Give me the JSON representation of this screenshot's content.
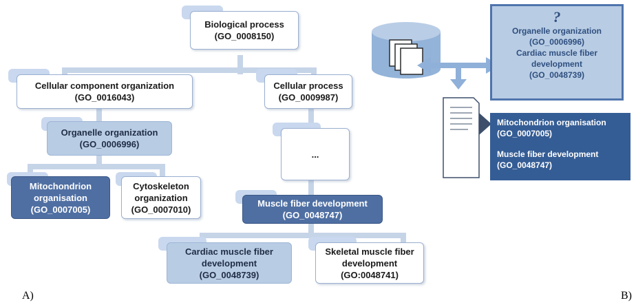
{
  "tree": {
    "biological_process": {
      "name": "Biological process",
      "id": "(GO_0008150)"
    },
    "cellular_component_org": {
      "name": "Cellular component organization",
      "id": "(GO_0016043)"
    },
    "cellular_process": {
      "name": "Cellular process",
      "id": "(GO_0009987)"
    },
    "organelle_org": {
      "name": "Organelle organization",
      "id": "(GO_0006996)"
    },
    "ellipsis": {
      "name": "..."
    },
    "mitochondrion": {
      "name_line1": "Mitochondrion",
      "name_line2": "organisation",
      "id": "(GO_0007005)"
    },
    "cytoskeleton": {
      "name_line1": "Cytoskeleton",
      "name_line2": "organization",
      "id": "(GO_0007010)"
    },
    "muscle_fiber_dev": {
      "name": "Muscle fiber development",
      "id": "(GO_0048747)"
    },
    "cardiac": {
      "name_line1": "Cardiac muscle fiber",
      "name_line2": "development",
      "id": "(GO_0048739)"
    },
    "skeletal": {
      "name_line1": "Skeletal muscle fiber",
      "name_line2": "development",
      "id": "(GO:0048741)"
    }
  },
  "query_panel": {
    "mark": "?",
    "line1": "Organelle organization",
    "line2": "(GO_0006996)",
    "line3": "Cardiac muscle fiber",
    "line4": "development",
    "line5": "(GO_0048739)"
  },
  "result_panel": {
    "line1": "Mitochondrion organisation",
    "line2": "(GO_0007005)",
    "line3": "Muscle fiber development",
    "line4": "(GO_0048747)"
  },
  "labels": {
    "a": "A)",
    "b": "B)"
  },
  "colors": {
    "light_box": "#b8cce4",
    "dark_box": "#4f6fa3",
    "panel_border": "#4f74ad",
    "arrow": "#8fb0d8",
    "database": "#93b3d9"
  },
  "icons": {
    "database": "database-icon",
    "document": "document-icon",
    "arrow": "double-arrow-icon"
  }
}
